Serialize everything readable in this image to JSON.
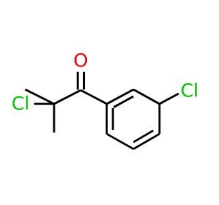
{
  "molecule": {
    "atoms": {
      "carbonyl_oxygen": "O",
      "ring_chlorine": "Cl",
      "alpha_chlorine": "Cl"
    },
    "colors": {
      "bond": "#000000",
      "oxygen": "#ff0000",
      "chlorine": "#00c000"
    }
  }
}
